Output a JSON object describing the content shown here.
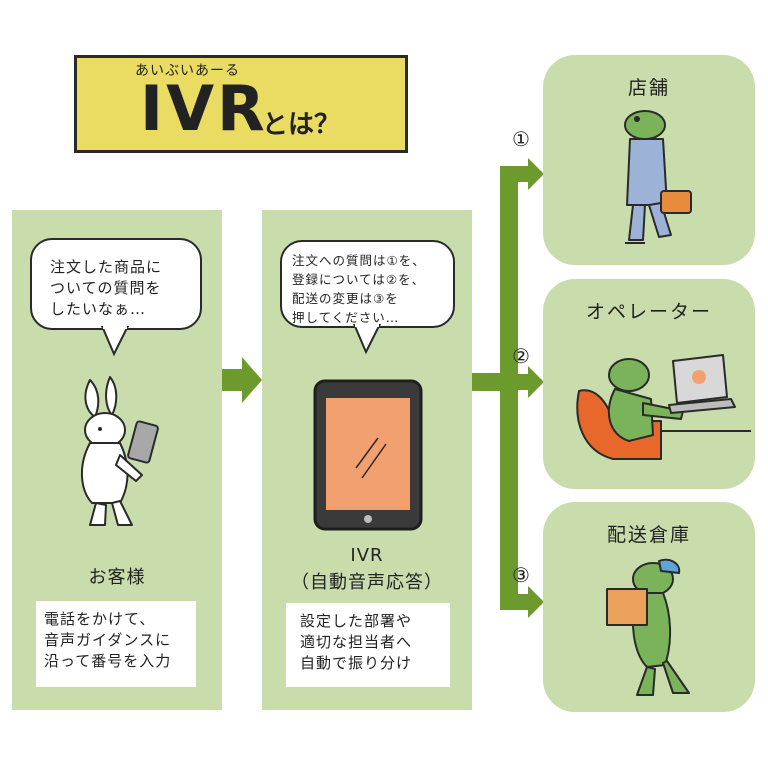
{
  "title": {
    "ruby": "あいぶいあーる",
    "main": "IVR",
    "sub": "とは？"
  },
  "customer": {
    "speech": "注文した商品に\nついての質問を\nしたいなぁ…",
    "label": "お客様",
    "description": "電話をかけて、\n音声ガイダンスに\n沿って番号を入力"
  },
  "ivr": {
    "speech": "注文への質問は①を、\n登録については②を、\n配送の変更は③を\n押してください…",
    "label": "IVR",
    "label_sub": "（自動音声応答）",
    "description": "設定した部署や\n適切な担当者へ\n自動で振り分け"
  },
  "destinations": [
    {
      "number": "①",
      "label": "店舗"
    },
    {
      "number": "②",
      "label": "オペレーター"
    },
    {
      "number": "③",
      "label": "配送倉庫"
    }
  ],
  "colors": {
    "panel": "#c9dcac",
    "arrow": "#6d9a2c",
    "title_bg": "#eadb62",
    "screen": "#f3a071",
    "chair": "#e8672a",
    "frog": "#7ab35a"
  }
}
